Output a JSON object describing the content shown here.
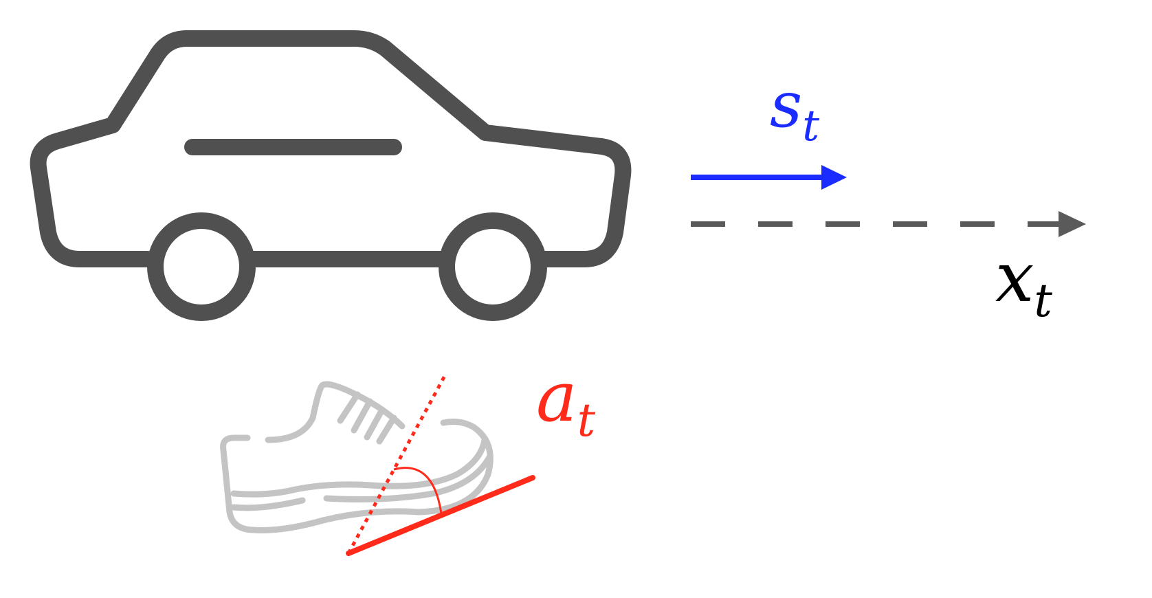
{
  "labels": {
    "speed": {
      "base": "s",
      "sub": "t"
    },
    "position": {
      "base": "x",
      "sub": "t"
    },
    "action": {
      "base": "a",
      "sub": "t"
    }
  },
  "icons": {
    "vehicle": "car-icon",
    "pedal": "shoe-icon"
  },
  "colors": {
    "car": "#505050",
    "speed_arrow": "#1a2cff",
    "position_arrow": "#5a5a5a",
    "action": "#ff2a1a",
    "shoe": "#c4c4c4",
    "text_black": "#000000"
  }
}
